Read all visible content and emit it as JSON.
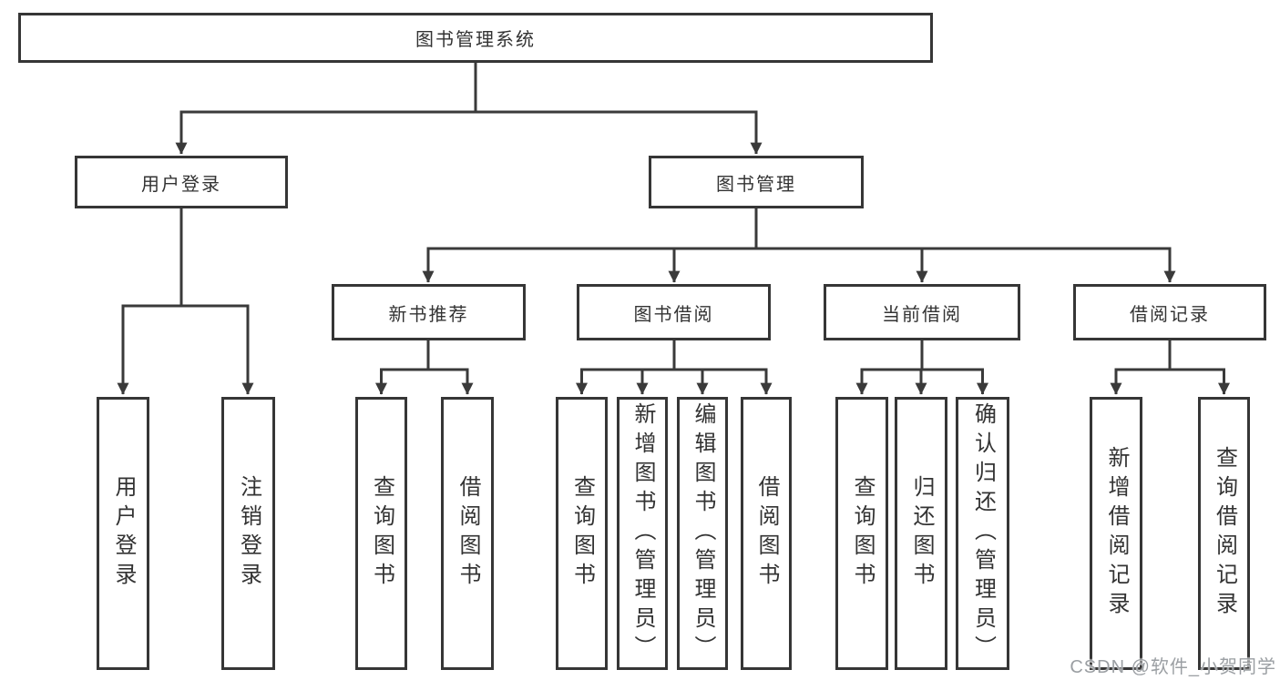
{
  "tree": {
    "root": {
      "label": "图书管理系统"
    },
    "level2": [
      {
        "label": "用户登录",
        "children": [
          {
            "label": "用户登录"
          },
          {
            "label": "注销登录"
          }
        ]
      },
      {
        "label": "图书管理",
        "children": [
          {
            "label": "新书推荐",
            "children": [
              {
                "label": "查询图书"
              },
              {
                "label": "借阅图书"
              }
            ]
          },
          {
            "label": "图书借阅",
            "children": [
              {
                "label": "查询图书"
              },
              {
                "label": "新增图书（管理员）"
              },
              {
                "label": "编辑图书（管理员）"
              },
              {
                "label": "借阅图书"
              }
            ]
          },
          {
            "label": "当前借阅",
            "children": [
              {
                "label": "查询图书"
              },
              {
                "label": "归还图书"
              },
              {
                "label": "确认归还（管理员）"
              }
            ]
          },
          {
            "label": "借阅记录",
            "children": [
              {
                "label": "新增借阅记录"
              },
              {
                "label": "查询借阅记录"
              }
            ]
          }
        ]
      }
    ]
  },
  "watermark": {
    "text": "CSDN @软件_小贺同学"
  },
  "colors": {
    "line": "#3a3a3a",
    "node_border": "#363636",
    "node_background": "#ffffff",
    "text": "#333333",
    "watermark": "#9b9fa3",
    "background": "#ffffff"
  }
}
